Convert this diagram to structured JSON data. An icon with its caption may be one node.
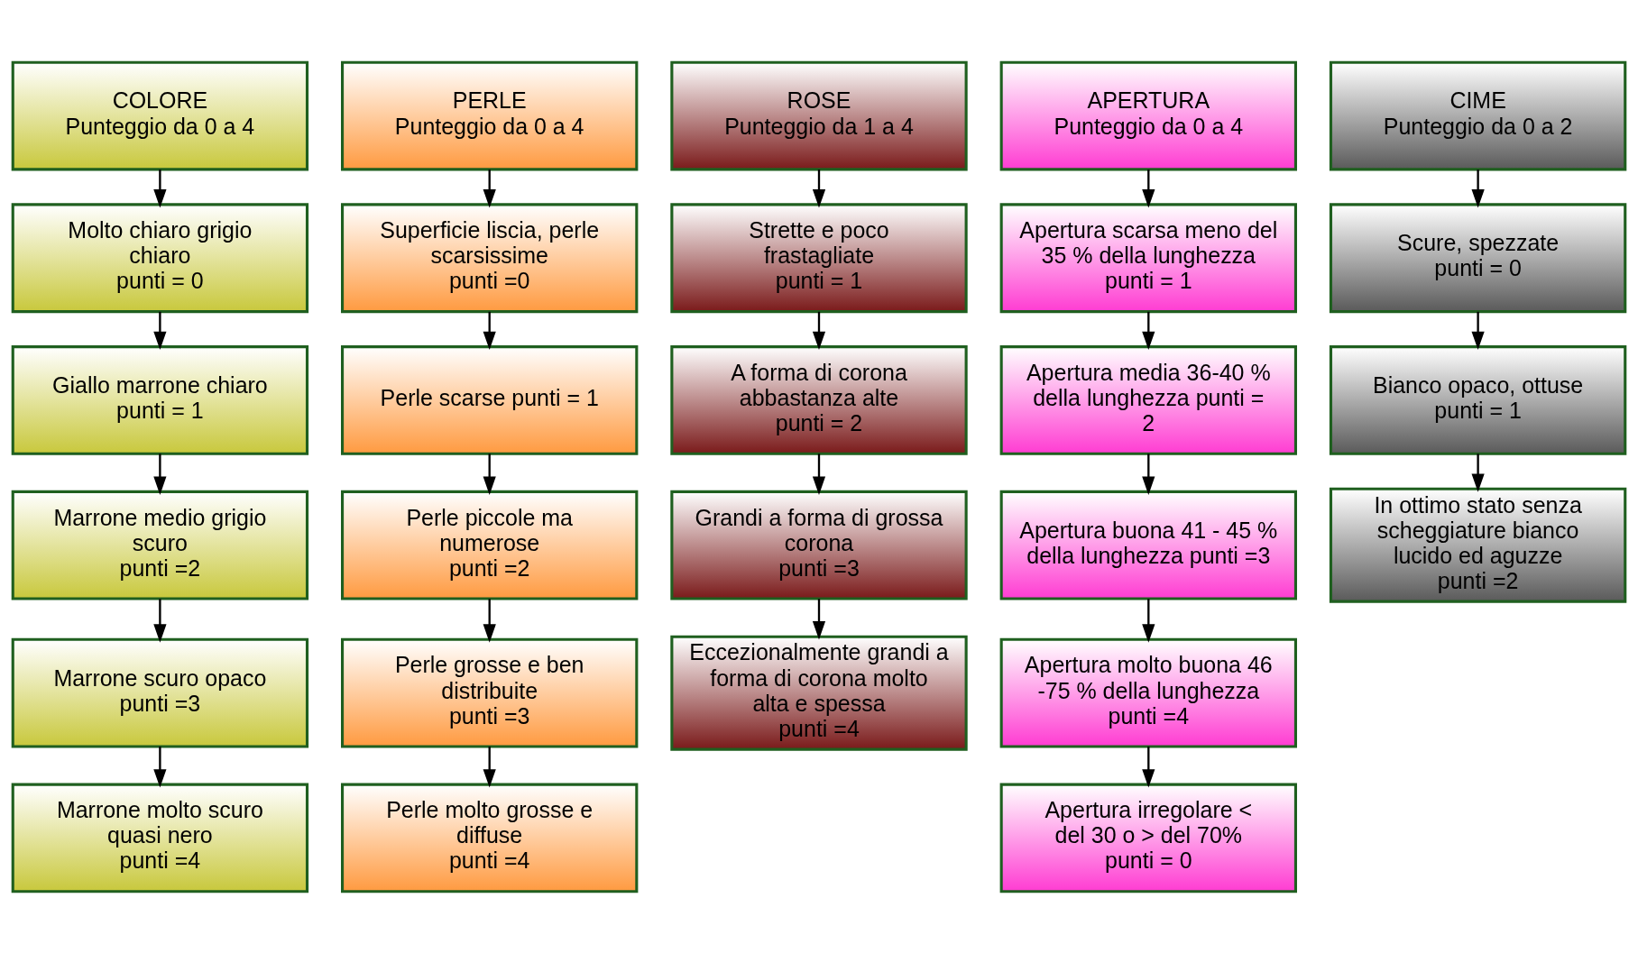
{
  "diagram": {
    "nodes": [
      {
        "text": [
          "COLORE",
          "Punteggio da 0 a 4"
        ]
      },
      {
        "text": [
          "Molto chiaro grigio chiaro",
          "punti = 0"
        ]
      },
      {
        "text": [
          "Giallo marrone chiaro",
          "punti = 1"
        ]
      },
      {
        "text": [
          "Marrone medio grigio scuro",
          "punti =2"
        ]
      },
      {
        "text": [
          "Marrone scuro opaco",
          "punti =3"
        ]
      },
      {
        "text": [
          "Marrone molto scuro quasi nero",
          "punti =4"
        ]
      },
      {
        "text": [
          "PERLE",
          "Punteggio da 0 a 4"
        ]
      },
      {
        "text": [
          "Superficie liscia, perle scarsissime",
          "punti =0"
        ]
      },
      {
        "text": [
          "Perle scarse punti = 1"
        ]
      },
      {
        "text": [
          "Perle piccole ma numerose",
          "punti =2"
        ]
      },
      {
        "text": [
          "Perle grosse e ben distribuite",
          "punti =3"
        ]
      },
      {
        "text": [
          "Perle molto grosse e diffuse",
          "punti =4"
        ]
      },
      {
        "text": [
          "ROSE",
          "Punteggio da 1 a 4"
        ]
      },
      {
        "text": [
          "Strette e poco frastagliate",
          "punti = 1"
        ]
      },
      {
        "text": [
          "A forma di corona abbastanza alte",
          "punti = 2"
        ]
      },
      {
        "text": [
          "Grandi a forma di grossa corona",
          "punti =3"
        ]
      },
      {
        "text": [
          "Eccezionalmente grandi a forma di corona molto alta e spessa",
          "punti =4"
        ]
      },
      {
        "text": [
          "APERTURA",
          "Punteggio da 0 a 4"
        ]
      },
      {
        "text": [
          "Apertura scarsa meno del 35 % della lunghezza",
          "punti = 1"
        ]
      },
      {
        "text": [
          "Apertura media 36-40 % della lunghezza punti = 2"
        ]
      },
      {
        "text": [
          "Apertura buona 41 - 45 % della lunghezza punti =3"
        ]
      },
      {
        "text": [
          "Apertura molto buona 46 -75 % della lunghezza",
          "punti =4"
        ]
      },
      {
        "text": [
          "Apertura irregolare < del 30 o > del 70%",
          "punti = 0"
        ]
      },
      {
        "text": [
          "CIME",
          "Punteggio da 0 a 2"
        ]
      },
      {
        "text": [
          "Scure, spezzate",
          "punti = 0"
        ]
      },
      {
        "text": [
          "Bianco opaco, ottuse",
          "punti = 1"
        ]
      },
      {
        "text": [
          "In ottimo stato senza scheggiature bianco lucido ed aguzze",
          "punti =2"
        ]
      }
    ],
    "edges": [
      {
        "from": 0,
        "to": 1,
        "arrow": "to"
      },
      {
        "from": 1,
        "to": 2,
        "arrow": "to"
      },
      {
        "from": 2,
        "to": 3,
        "arrow": "to"
      },
      {
        "from": 3,
        "to": 4,
        "arrow": "to"
      },
      {
        "from": 4,
        "to": 5,
        "arrow": "to"
      },
      {
        "from": 6,
        "to": 7,
        "arrow": "to"
      },
      {
        "from": 7,
        "to": 8,
        "arrow": "to"
      },
      {
        "from": 8,
        "to": 9,
        "arrow": "to"
      },
      {
        "from": 9,
        "to": 10,
        "arrow": "to"
      },
      {
        "from": 10,
        "to": 11,
        "arrow": "to"
      },
      {
        "from": 12,
        "to": 13,
        "arrow": "to"
      },
      {
        "from": 13,
        "to": 14,
        "arrow": "to"
      },
      {
        "from": 14,
        "to": 15,
        "arrow": "to"
      },
      {
        "from": 15,
        "to": 16,
        "arrow": "to"
      },
      {
        "from": 17,
        "to": 18,
        "arrow": "to"
      },
      {
        "from": 18,
        "to": 19,
        "arrow": "to"
      },
      {
        "from": 19,
        "to": 20,
        "arrow": "to"
      },
      {
        "from": 20,
        "to": 21,
        "arrow": "to"
      },
      {
        "from": 21,
        "to": 22,
        "arrow": "to"
      },
      {
        "from": 23,
        "to": 24,
        "arrow": "to"
      },
      {
        "from": 24,
        "to": 25,
        "arrow": "to"
      },
      {
        "from": 25,
        "to": 26,
        "arrow": "to"
      }
    ]
  }
}
